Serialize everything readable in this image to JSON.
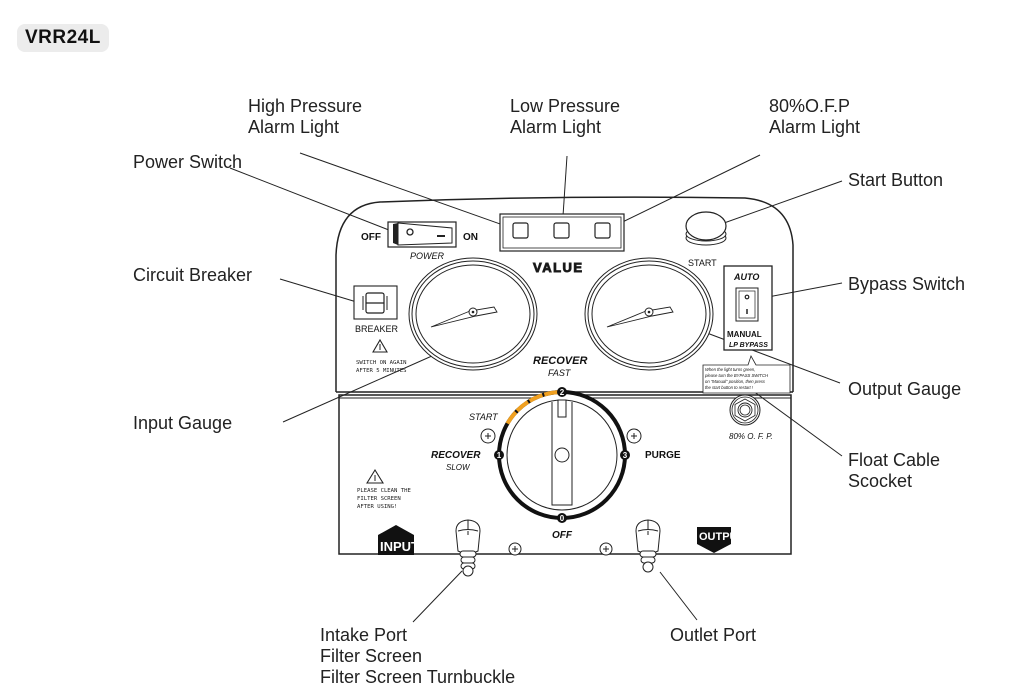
{
  "model": "VRR24L",
  "callouts": {
    "high_pressure": "High Pressure\nAlarm Light",
    "low_pressure": "Low Pressure\nAlarm Light",
    "ofp_alarm": "80%O.F.P\nAlarm Light",
    "power_switch": "Power Switch",
    "start_button": "Start Button",
    "circuit_breaker": "Circuit Breaker",
    "bypass_switch": "Bypass Switch",
    "input_gauge": "Input Gauge",
    "output_gauge": "Output Gauge",
    "float_cable": "Float Cable\nScocket",
    "intake_port": "Intake Port\nFilter Screen\nFilter Screen Turnbuckle",
    "outlet_port": "Outlet Port"
  },
  "panel": {
    "power_off": "OFF",
    "power_on": "ON",
    "power_label": "POWER",
    "brand": "VALUE",
    "start_label": "START",
    "breaker_label": "BREAKER",
    "breaker_warning_1": "SWITCH ON AGAIN",
    "breaker_warning_2": "AFTER 5 MINUTES",
    "bypass_auto": "AUTO",
    "bypass_manual": "MANUAL",
    "bypass_lp": "LP BYPASS",
    "bypass_note": [
      "When the light turns green,",
      "please turn the BYPASS SWITCH",
      "on \"Manual\" position, then press",
      "the start button to restart !"
    ],
    "recover_fast_1": "RECOVER",
    "recover_fast_2": "FAST",
    "recover_slow_1": "RECOVER",
    "recover_slow_2": "SLOW",
    "purge": "PURGE",
    "off": "OFF",
    "start_mark": "START",
    "dial_positions": [
      "0",
      "1",
      "2",
      "3"
    ],
    "filter_warning": [
      "PLEASE CLEAN THE",
      "FILTER SCREEN",
      "AFTER USING!"
    ],
    "input_label": "INPUT",
    "output_label": "OUTPUT",
    "ofp_socket_label": "80% O. F. P.",
    "accent_color": "#f0a020"
  }
}
